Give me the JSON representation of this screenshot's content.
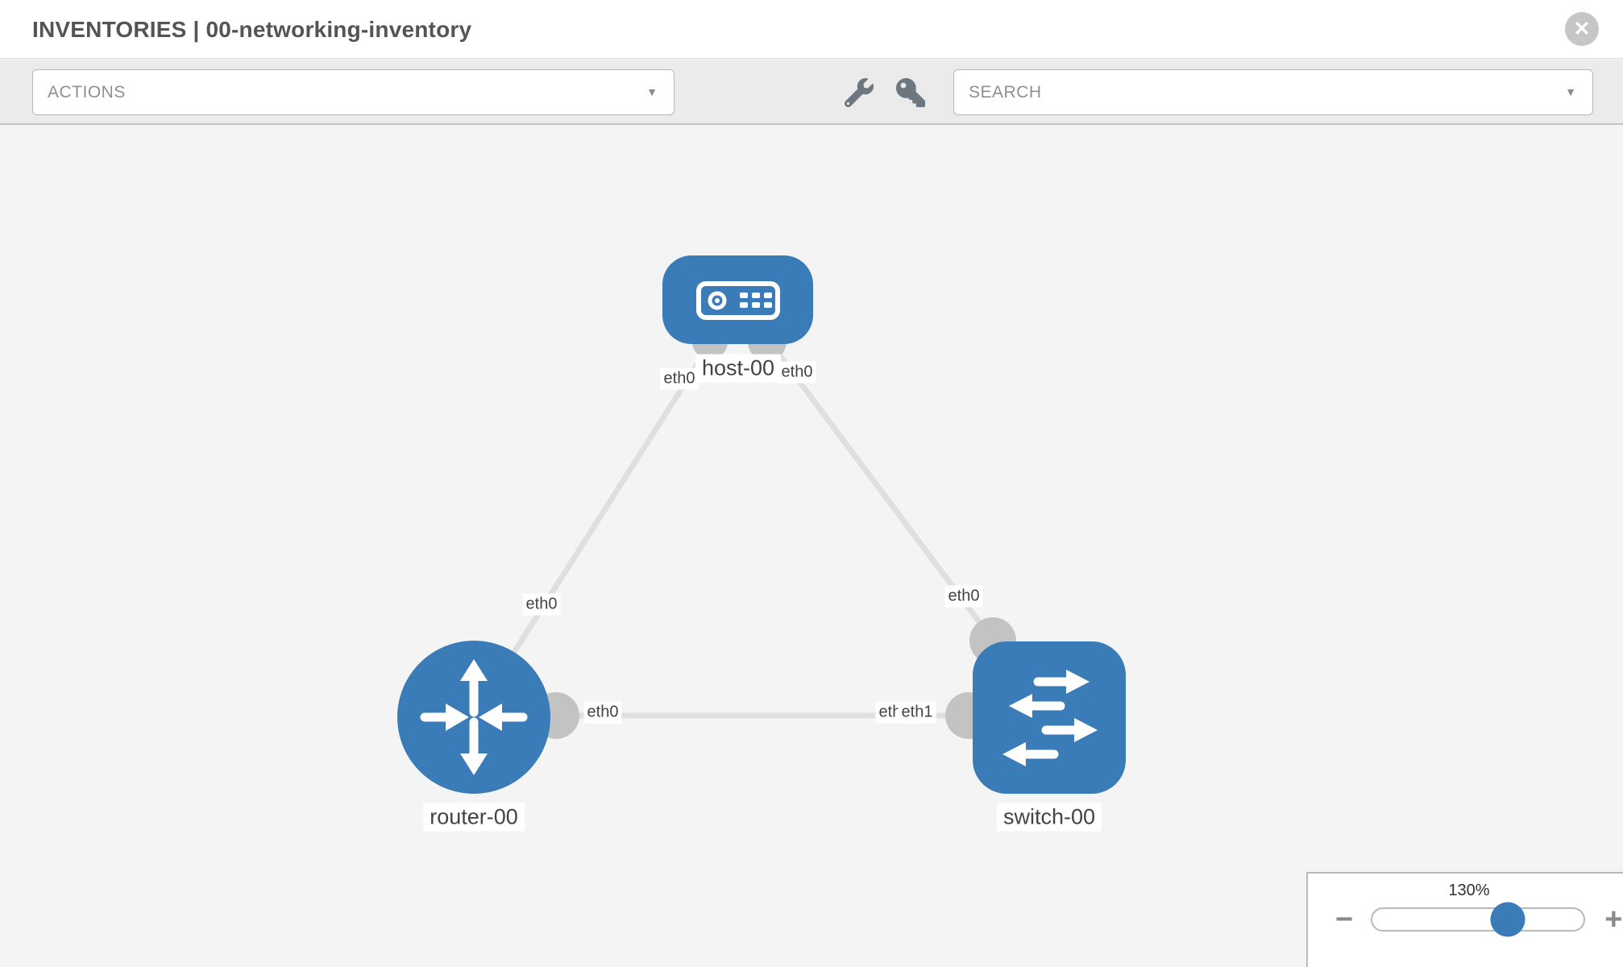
{
  "header": {
    "title": "INVENTORIES | 00-networking-inventory",
    "close_glyph": "✕"
  },
  "toolbar": {
    "actions_label": "ACTIONS",
    "search_label": "SEARCH",
    "dropdown_glyph": "▼",
    "icons": [
      "wrench-icon",
      "key-icon"
    ]
  },
  "topology": {
    "nodes": [
      {
        "id": "host-00",
        "label": "host-00",
        "type": "host"
      },
      {
        "id": "router-00",
        "label": "router-00",
        "type": "router"
      },
      {
        "id": "switch-00",
        "label": "switch-00",
        "type": "switch"
      }
    ],
    "edges": [
      {
        "from": "host-00",
        "to": "router-00",
        "from_interface": "eth0",
        "to_interface": "eth0"
      },
      {
        "from": "host-00",
        "to": "switch-00",
        "from_interface": "eth0",
        "to_interface": "eth0"
      },
      {
        "from": "router-00",
        "to": "switch-00",
        "from_interface": "eth0",
        "to_interface": "eth1",
        "to_interface_overlapped": "eth0"
      }
    ]
  },
  "zoom": {
    "value": "130%",
    "minus_glyph": "−",
    "plus_glyph": "+"
  },
  "colors": {
    "node_blue": "#3a7cb8",
    "edge_gray": "#dfdfdf",
    "connector_gray": "#c3c3c3",
    "canvas_bg": "#f4f4f4",
    "toolbar_bg": "#ebebeb"
  }
}
